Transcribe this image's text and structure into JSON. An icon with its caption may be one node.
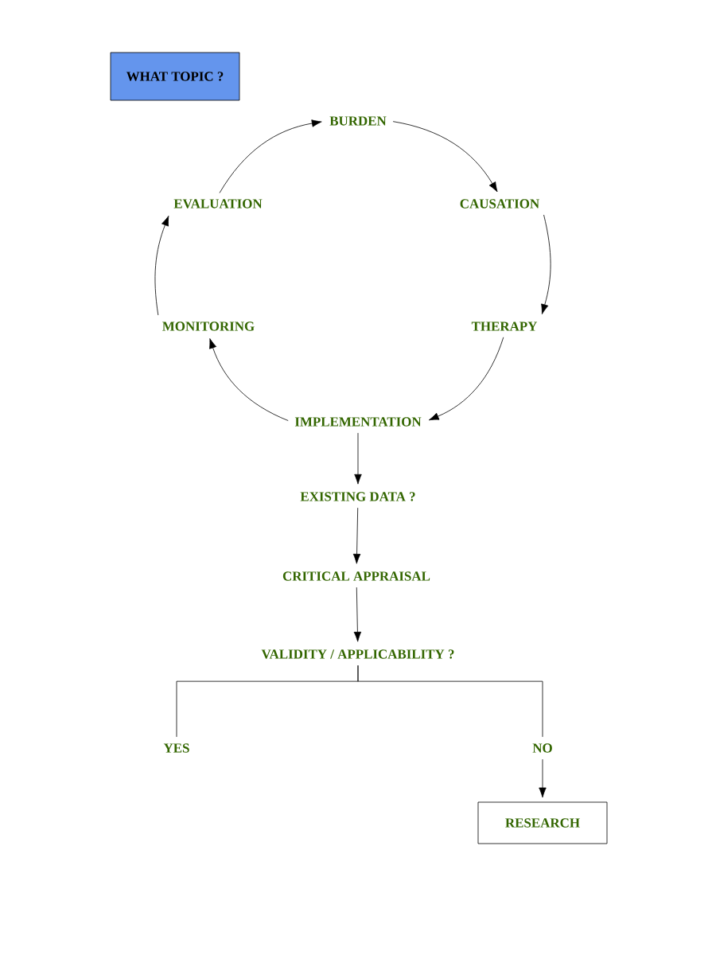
{
  "diagram": {
    "nodes": [
      {
        "text": [
          "WHAT TOPIC ?"
        ]
      },
      {
        "text": [
          "BURDEN"
        ]
      },
      {
        "text": [
          "CAUSATION"
        ]
      },
      {
        "text": [
          "EVALUATION"
        ]
      },
      {
        "text": [
          "MONITORING"
        ]
      },
      {
        "text": [
          "THERAPY"
        ]
      },
      {
        "text": [
          "IMPLEMENTATION"
        ]
      },
      {
        "text": [
          "EXISTING DATA ?"
        ]
      },
      {
        "text": [
          "CRITICAL APPRAISAL"
        ]
      },
      {
        "text": [
          "VALIDITY / APPLICABILITY ?"
        ]
      },
      {
        "text": [
          "YES"
        ]
      },
      {
        "text": [
          "NO"
        ]
      },
      {
        "text": [
          "RESEARCH"
        ]
      }
    ],
    "edges": [
      {
        "from": 1,
        "to": 2,
        "arrow": "to"
      },
      {
        "from": 2,
        "to": 5,
        "arrow": "to"
      },
      {
        "from": 5,
        "to": 6,
        "arrow": "to"
      },
      {
        "from": 6,
        "to": 4,
        "arrow": "to"
      },
      {
        "from": 4,
        "to": 3,
        "arrow": "to"
      },
      {
        "from": 3,
        "to": 1,
        "arrow": "to"
      },
      {
        "from": 6,
        "to": 7,
        "arrow": "to"
      },
      {
        "from": 7,
        "to": 8,
        "arrow": "to"
      },
      {
        "from": 8,
        "to": 9,
        "arrow": "to"
      },
      {
        "from": 9,
        "to": 10,
        "arrow": "none"
      },
      {
        "from": 9,
        "to": 11,
        "arrow": "none"
      },
      {
        "from": 11,
        "to": 12,
        "arrow": "to"
      }
    ]
  }
}
